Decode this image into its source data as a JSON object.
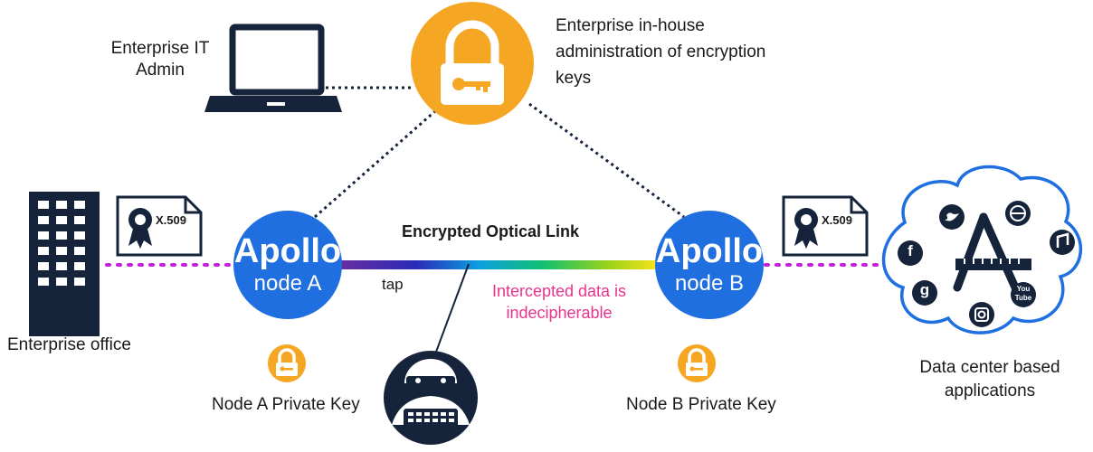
{
  "labels": {
    "it_admin": "Enterprise IT\nAdmin",
    "key_admin": "Enterprise in-house\nadministration of encryption\nkeys",
    "office": "Enterprise office",
    "datacenter": "Data center based\napplications",
    "link": "Encrypted Optical Link",
    "tap": "tap",
    "intercepted": "Intercepted data is\nindecipherable",
    "node_a_key": "Node A Private Key",
    "node_b_key": "Node B Private Key"
  },
  "nodes": {
    "a": {
      "title": "Apollo",
      "sub": "node A"
    },
    "b": {
      "title": "Apollo",
      "sub": "node B"
    }
  },
  "certificates": {
    "label": "X.509"
  },
  "app_icons": {
    "facebook": "f",
    "google": "g",
    "youtube": "You\nTube"
  },
  "colors": {
    "node_blue": "#1f6fe0",
    "lock_orange": "#f5a623",
    "dotted_magenta": "#c81ee0",
    "dark_navy": "#15233b",
    "intercept_pink": "#e8348b"
  }
}
